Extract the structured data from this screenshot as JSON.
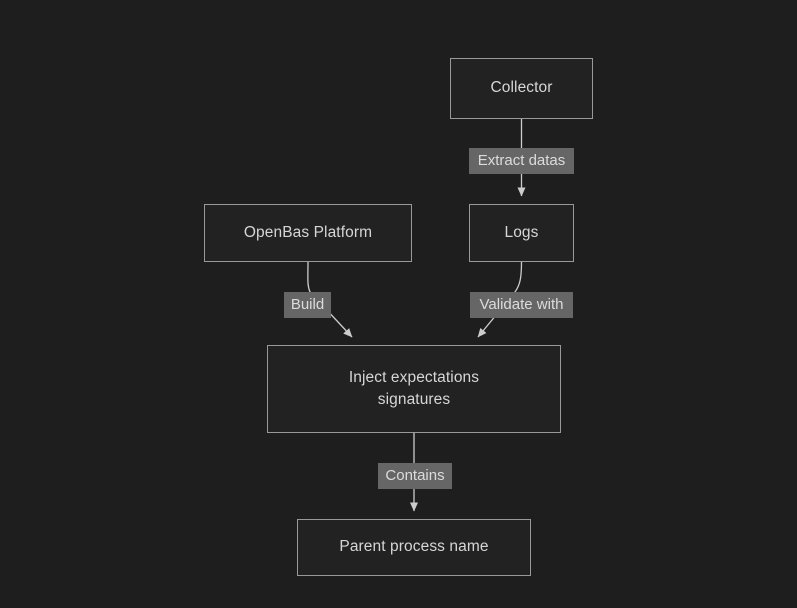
{
  "diagram": {
    "type": "flowchart",
    "direction": "top-down",
    "background_color": "#1e1e1e",
    "node_border_color": "#999999",
    "node_fill_color": "#222222",
    "node_text_color": "#d6d6d6",
    "edge_color": "#cccccc",
    "edge_label_background": "#666666",
    "edge_label_text_color": "#dcdcdc",
    "nodes": [
      {
        "id": "collector",
        "label": "Collector"
      },
      {
        "id": "logs",
        "label": "Logs"
      },
      {
        "id": "openbas",
        "label": "OpenBas Platform"
      },
      {
        "id": "inject",
        "label": "Inject expectations\nsignatures"
      },
      {
        "id": "parentproc",
        "label": "Parent process name"
      }
    ],
    "edges": [
      {
        "from": "collector",
        "to": "logs",
        "label": "Extract datas"
      },
      {
        "from": "openbas",
        "to": "inject",
        "label": "Build"
      },
      {
        "from": "logs",
        "to": "inject",
        "label": "Validate with"
      },
      {
        "from": "inject",
        "to": "parentproc",
        "label": "Contains"
      }
    ]
  }
}
